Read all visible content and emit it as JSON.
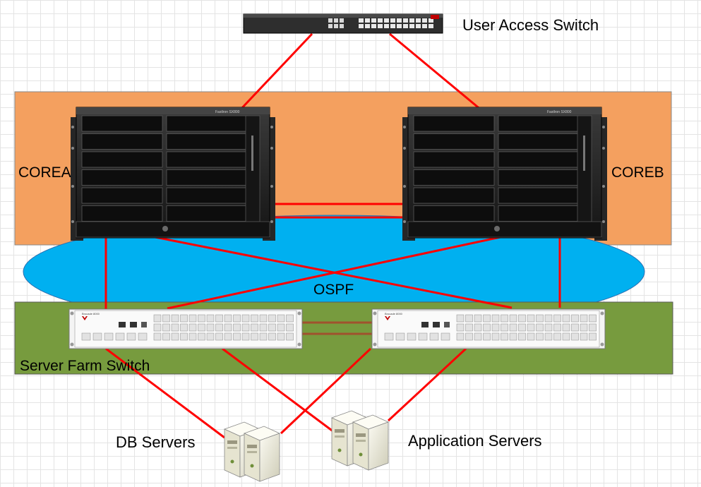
{
  "labels": {
    "user_access_switch": "User Access Switch",
    "corea": "COREA",
    "coreb": "COREB",
    "ospf": "OSPF",
    "server_farm_switch": "Server Farm Switch",
    "db_servers": "DB Servers",
    "application_servers": "Application Servers"
  },
  "device_text": {
    "core_model": "Fastlron SX800",
    "server_switch_brand": "Brocade 8000"
  },
  "colors": {
    "core_zone": "#f4a05f",
    "ospf_cloud": "#00b0f0",
    "server_zone": "#779b3e",
    "link": "#ff0000",
    "device_dark": "#1c1c1c",
    "device_light": "#f2f2f2"
  }
}
